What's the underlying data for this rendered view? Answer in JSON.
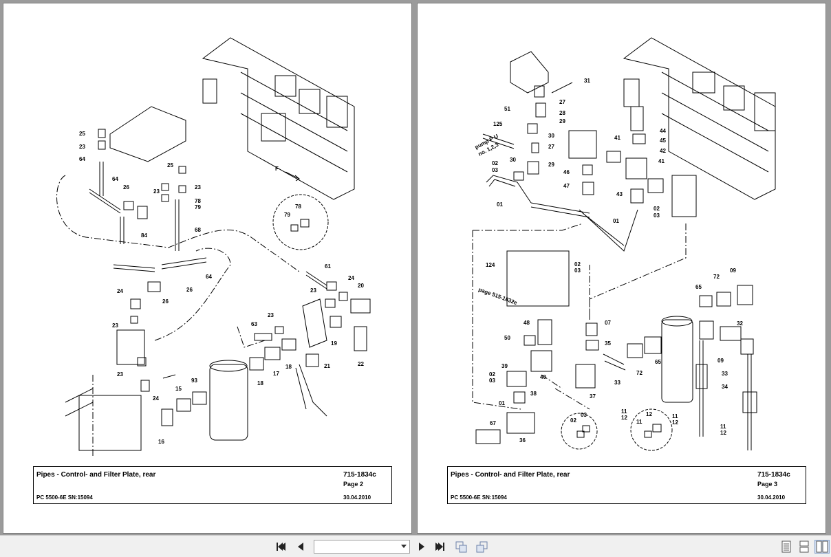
{
  "pages": [
    {
      "title": "Pipes - Control- and Filter Plate, rear",
      "doc_number": "715-1834c",
      "page_label": "Page 2",
      "model": "PC 5500-6E SN:15094",
      "date": "30.04.2010",
      "callouts": [
        "25",
        "23",
        "64",
        "64",
        "26",
        "25",
        "23",
        "23",
        "78",
        "79",
        "84",
        "68",
        "78",
        "79",
        "61",
        "24",
        "20",
        "64",
        "26",
        "26",
        "24",
        "23",
        "23",
        "63",
        "23",
        "19",
        "22",
        "21",
        "18",
        "17",
        "18",
        "23",
        "24",
        "15",
        "93",
        "16"
      ]
    },
    {
      "title": "Pipes - Control- and Filter Plate, rear",
      "doc_number": "715-1834c",
      "page_label": "Page 3",
      "model": "PC 5500-6E SN:15094",
      "date": "30.04.2010",
      "callouts": [
        "31",
        "27",
        "51",
        "28",
        "125",
        "29",
        "30",
        "27",
        "02",
        "03",
        "30",
        "29",
        "41",
        "44",
        "45",
        "42",
        "46",
        "41",
        "47",
        "43",
        "02",
        "03",
        "01",
        "01",
        "124",
        "02",
        "03",
        "65",
        "72",
        "09",
        "07",
        "48",
        "32",
        "50",
        "35",
        "65",
        "39",
        "40",
        "33",
        "72",
        "09",
        "02",
        "03",
        "37",
        "11",
        "12",
        "33",
        "34",
        "01",
        "38",
        "11",
        "12",
        "11",
        "12",
        "02",
        "03",
        "11",
        "12",
        "67",
        "36"
      ],
      "side_notes": [
        "pump P U",
        "no. 1,2,3",
        "page 515-1832e"
      ]
    }
  ],
  "toolbar": {
    "page_select_value": "",
    "icons": [
      "first-page-icon",
      "prev-page-icon",
      "next-page-icon",
      "last-page-icon",
      "go-back-view-icon",
      "go-forward-view-icon",
      "single-page-view-icon",
      "continuous-view-icon",
      "two-page-view-icon"
    ]
  }
}
